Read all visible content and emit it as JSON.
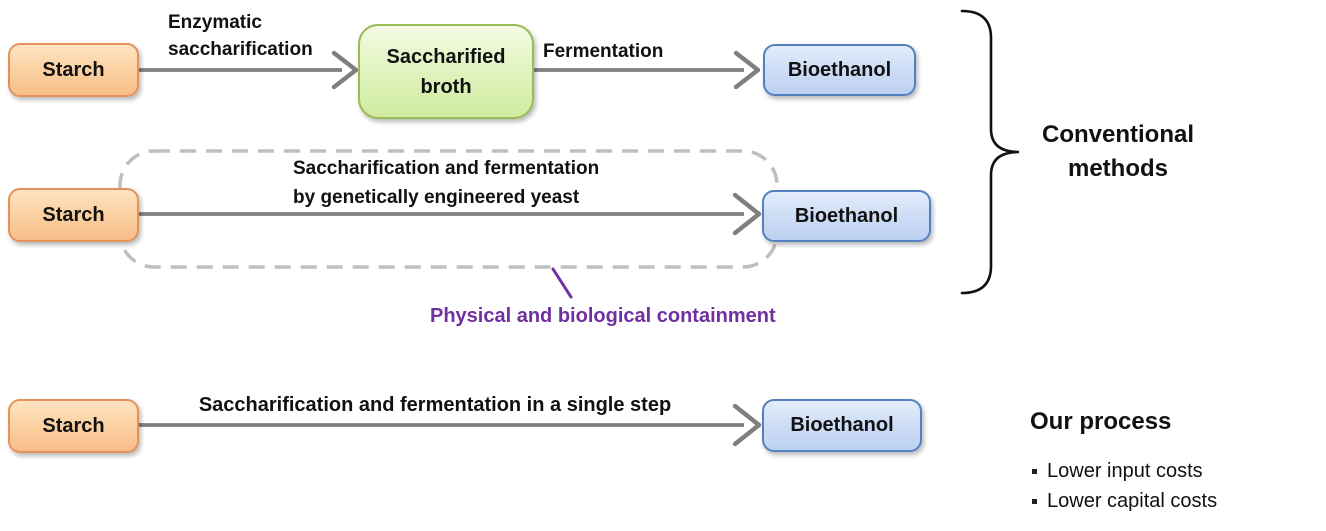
{
  "colors": {
    "orange_border": "#E2925A",
    "green_border": "#97BC55",
    "blue_border": "#5580C0",
    "arrow_gray": "#7F7F7F",
    "dash_gray": "#BFBFBF",
    "purple": "#7030A0"
  },
  "row1": {
    "starch": "Starch",
    "arrow1_label_line1": "Enzymatic",
    "arrow1_label_line2": "saccharification",
    "middle_box_line1": "Saccharified",
    "middle_box_line2": "broth",
    "arrow2_label": "Fermentation",
    "bioethanol": "Bioethanol"
  },
  "row2": {
    "starch": "Starch",
    "arrow_label_line1": "Saccharification and fermentation",
    "arrow_label_line2": "by genetically engineered yeast",
    "bioethanol": "Bioethanol",
    "containment_label": "Physical and biological containment"
  },
  "row3": {
    "starch": "Starch",
    "arrow_label": "Saccharification and fermentation in a single step",
    "bioethanol": "Bioethanol"
  },
  "annotations": {
    "conventional_line1": "Conventional",
    "conventional_line2": "methods",
    "our_process_title": "Our process",
    "bullets": [
      "Lower input costs",
      "Lower capital costs"
    ]
  }
}
